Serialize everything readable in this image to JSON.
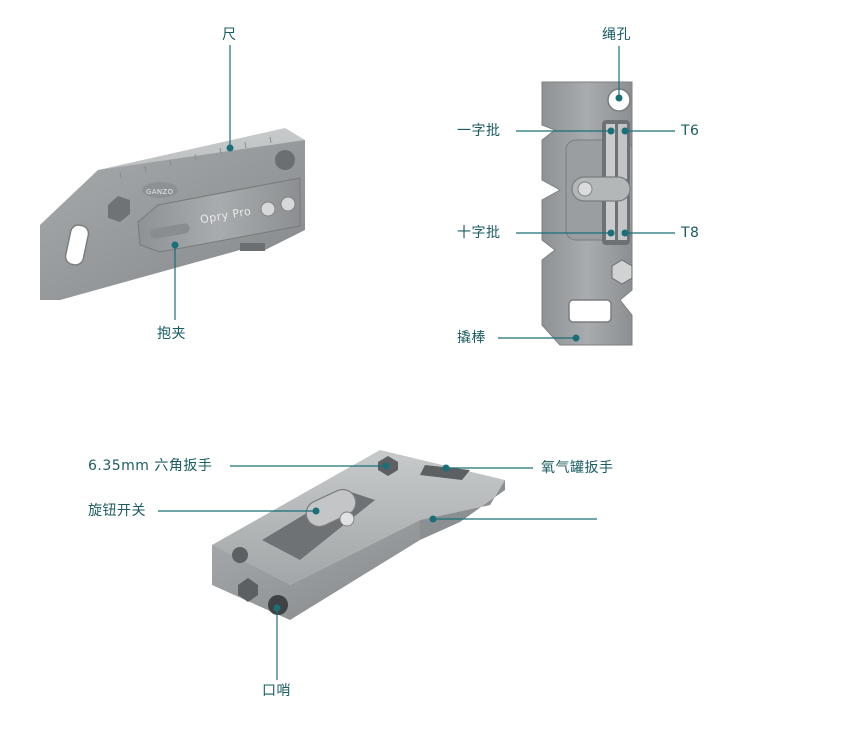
{
  "labels": {
    "ruler": "尺",
    "clip": "抱夹",
    "lanyard_hole": "绳孔",
    "flat_bit": "一字批",
    "t6": "T6",
    "phillips_bit": "十字批",
    "t8": "T8",
    "pry_bar": "撬棒",
    "hex_wrench": "6.35mm 六角扳手",
    "oxygen_wrench": "氧气罐扳手",
    "knob_switch": "旋钮开关",
    "whistle": "口哨"
  },
  "product": {
    "brand_badge": "GANZO",
    "model_text": "Opry Pro"
  },
  "colors": {
    "accent": "#1a6f78",
    "label_text": "#1a5c63",
    "metal_light": "#b9bcbd",
    "metal_mid": "#9a9d9f",
    "metal_dark": "#6f7274"
  }
}
